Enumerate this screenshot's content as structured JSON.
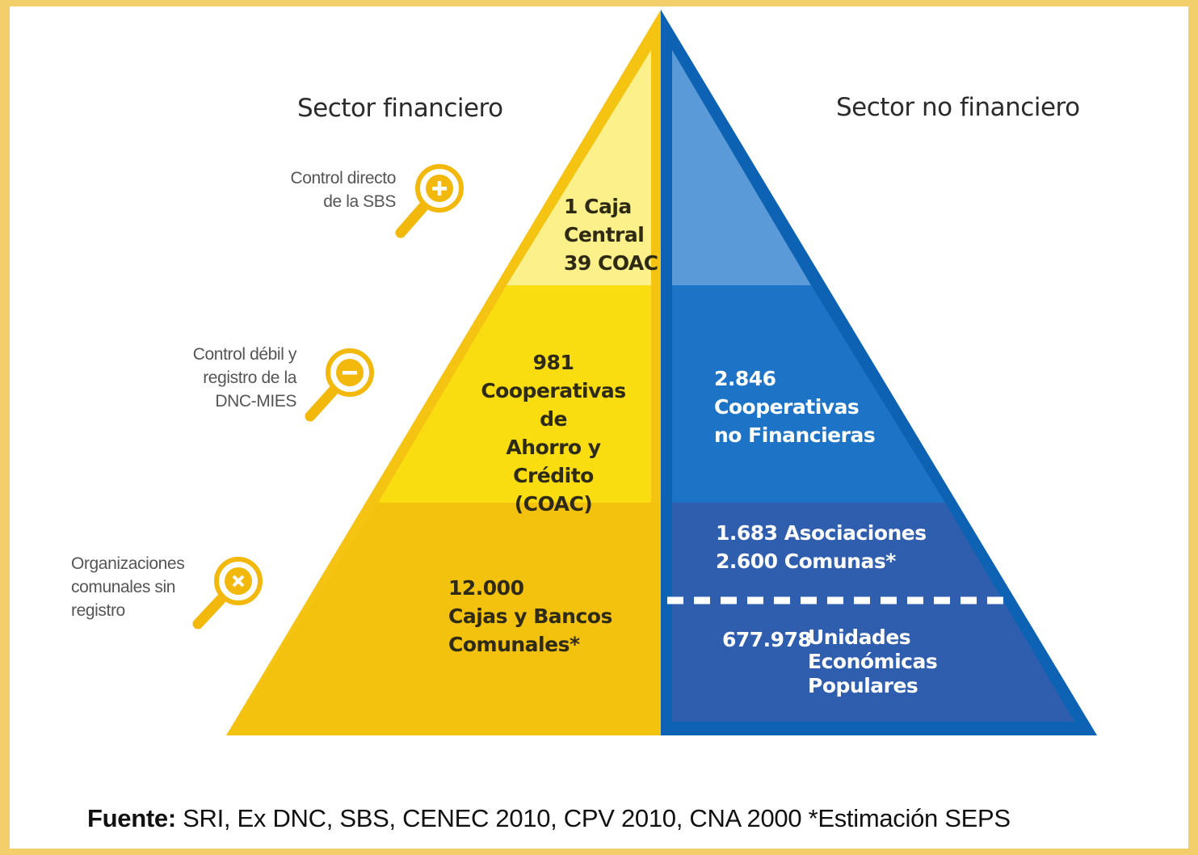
{
  "left_heading": "Sector financiero",
  "right_heading": "Sector no financiero",
  "side_labels": {
    "direct_control": "Control directo\nde la SBS",
    "weak_control": "Control débil y\nregistro de la\nDNC-MIES",
    "no_registry": "Organizaciones\ncomunales sin\nregistro"
  },
  "icons": {
    "direct_control": "magnifier-plus-icon",
    "weak_control": "magnifier-minus-icon",
    "no_registry": "magnifier-x-icon"
  },
  "financial_tiers": {
    "top": "1 Caja\nCentral\n39 COAC",
    "middle": "981\nCooperativas de\nAhorro y Crédito\n(COAC)",
    "bottom": "12.000\nCajas y Bancos\nComunales*"
  },
  "non_financial_tiers": {
    "middle": "2.846\nCooperativas\nno Financieras",
    "bottom_upper": "1.683 Asociaciones\n2.600 Comunas*",
    "bottom_lower_number": "677.978",
    "bottom_lower_text": "Unidades\nEconómicas\nPopulares"
  },
  "source": {
    "label": "Fuente:",
    "text": " SRI, Ex DNC, SBS, CENEC 2010, CPV 2010, CNA 2000   *Estimación SEPS"
  },
  "colors": {
    "frame": "#f3cf6b",
    "yellow_outline": "#f5c412",
    "yellow_top": "#fbf08a",
    "yellow_middle": "#f9dd10",
    "yellow_bottom": "#f3c20f",
    "blue_outline": "#0e62b3",
    "blue_top": "#5a9ad8",
    "blue_middle": "#1d74c6",
    "blue_bottom": "#2f5eae",
    "icon": "#f2b90c"
  }
}
